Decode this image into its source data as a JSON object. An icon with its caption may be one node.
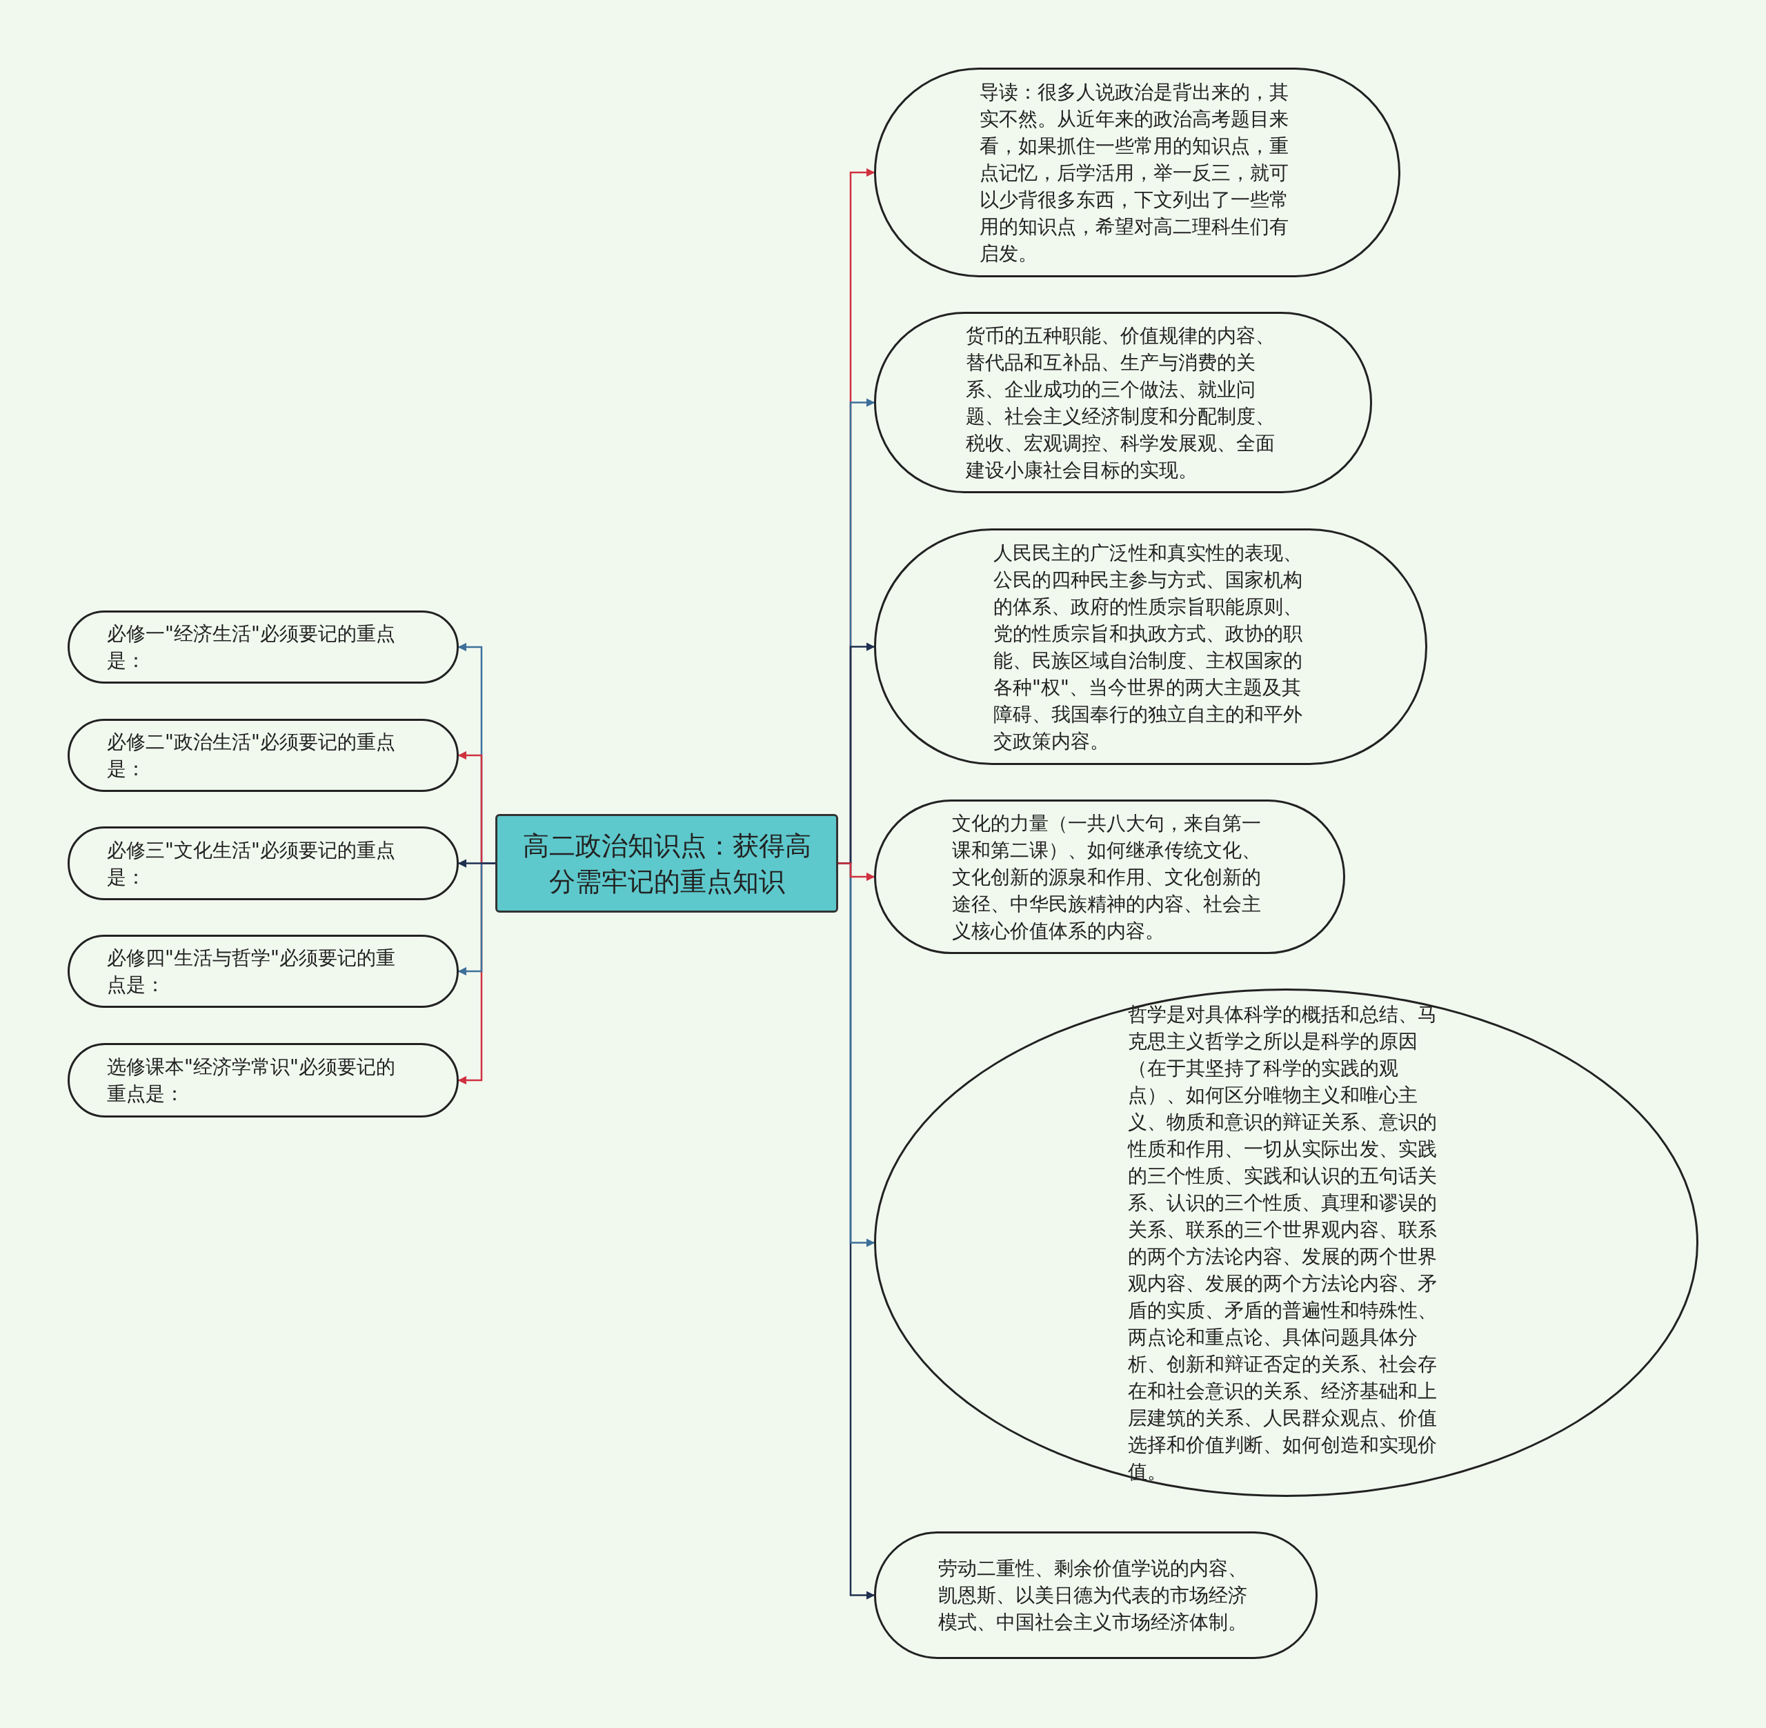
{
  "diagram": {
    "nodes": [
      {
        "text": [
          "高二政治知识点：获得高分需牢记的重点知识"
        ]
      },
      {
        "text": [
          "必修一\"经济生活\"必须要记的重点是："
        ]
      },
      {
        "text": [
          "必修二\"政治生活\"必须要记的重点是："
        ]
      },
      {
        "text": [
          "必修三\"文化生活\"必须要记的重点是："
        ]
      },
      {
        "text": [
          "必修四\"生活与哲学\"必须要记的重点是："
        ]
      },
      {
        "text": [
          "选修课本\"经济学常识\"必须要记的重点是："
        ]
      },
      {
        "text": [
          "导读：很多人说政治是背出来的，其实不然。从近年来的政治高考题目来看，如果抓住一些常用的知识点，重点记忆，后学活用，举一反三，就可以少背很多东西，下文列出了一些常用的知识点，希望对高二理科生们有启发。"
        ]
      },
      {
        "text": [
          "货币的五种职能、价值规律的内容、替代品和互补品、生产与消费的关系、企业成功的三个做法、就业问题、社会主义经济制度和分配制度、税收、宏观调控、科学发展观、全面建设小康社会目标的实现。"
        ]
      },
      {
        "text": [
          "人民民主的广泛性和真实性的表现、公民的四种民主参与方式、国家机构的体系、政府的性质宗旨职能原则、党的性质宗旨和执政方式、政协的职能、民族区域自治制度、主权国家的各种\"权\"、当今世界的两大主题及其障碍、我国奉行的独立自主的和平外交政策内容。"
        ]
      },
      {
        "text": [
          "文化的力量（一共八大句，来自第一课和第二课）、如何继承传统文化、文化创新的源泉和作用、文化创新的途径、中华民族精神的内容、社会主义核心价值体系的内容。"
        ]
      },
      {
        "text": [
          "哲学是对具体科学的概括和总结、马克思主义哲学之所以是科学的原因（在于其坚持了科学的实践的观点）、如何区分唯物主义和唯心主义、物质和意识的辩证关系、意识的性质和作用、一切从实际出发、实践的三个性质、实践和认识的五句话关系、认识的三个性质、真理和谬误的关系、联系的三个世界观内容、联系的两个方法论内容、发展的两个世界观内容、发展的两个方法论内容、矛盾的实质、矛盾的普遍性和特殊性、两点论和重点论、具体问题具体分析、创新和辩证否定的关系、社会存在和社会意识的关系、经济基础和上层建筑的关系、人民群众观点、价值选择和价值判断、如何创造和实现价值。"
        ]
      },
      {
        "text": [
          "劳动二重性、剩余价值学说的内容、凯恩斯、以美日德为代表的市场经济模式、中国社会主义市场经济体制。"
        ]
      }
    ],
    "edges": [
      {
        "from": 0,
        "to": 1,
        "arrow": "to",
        "color": "#3d6f9a"
      },
      {
        "from": 0,
        "to": 2,
        "arrow": "to",
        "color": "#d0313f"
      },
      {
        "from": 0,
        "to": 3,
        "arrow": "to",
        "color": "#1f3050"
      },
      {
        "from": 0,
        "to": 4,
        "arrow": "to",
        "color": "#3d6f9a"
      },
      {
        "from": 0,
        "to": 5,
        "arrow": "to",
        "color": "#d0313f"
      },
      {
        "from": 0,
        "to": 6,
        "arrow": "to",
        "color": "#d0313f"
      },
      {
        "from": 0,
        "to": 7,
        "arrow": "to",
        "color": "#3d6f9a"
      },
      {
        "from": 0,
        "to": 8,
        "arrow": "to",
        "color": "#1f3050"
      },
      {
        "from": 0,
        "to": 9,
        "arrow": "to",
        "color": "#d0313f"
      },
      {
        "from": 0,
        "to": 10,
        "arrow": "to",
        "color": "#3d6f9a"
      },
      {
        "from": 0,
        "to": 11,
        "arrow": "to",
        "color": "#1f3050"
      }
    ]
  }
}
